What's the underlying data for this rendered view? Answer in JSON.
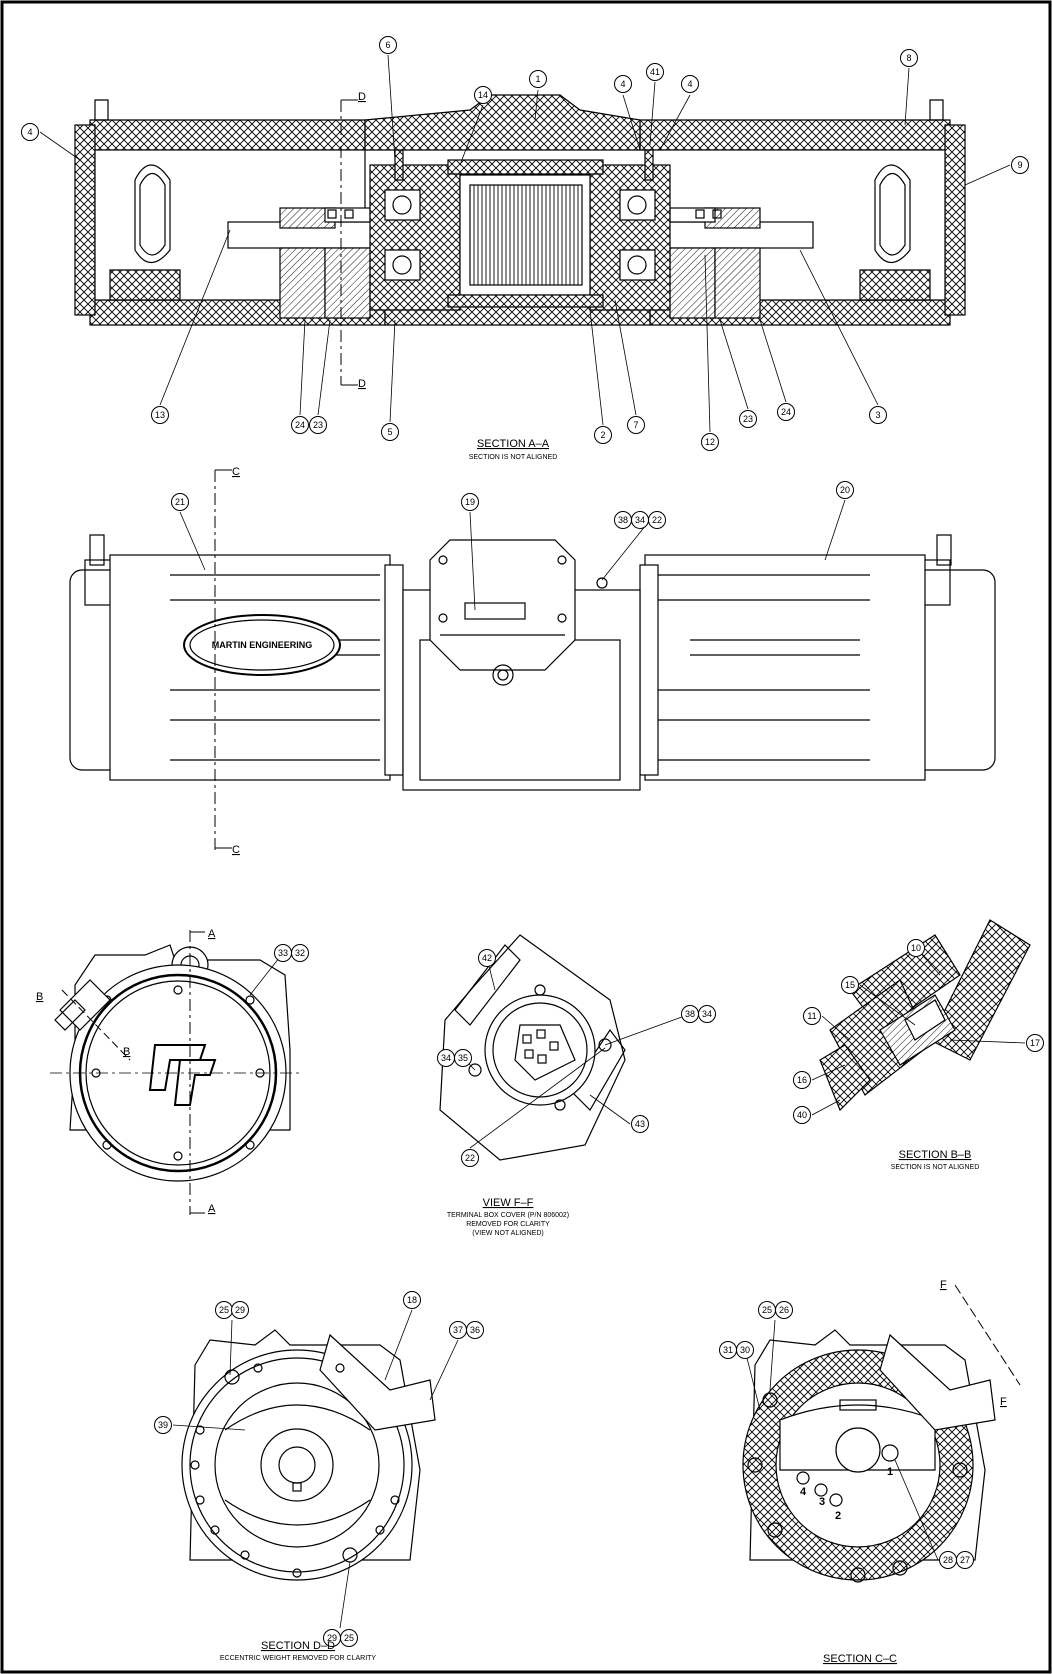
{
  "captions": {
    "sec_aa": "SECTION A–A",
    "sec_aa_note": "SECTION IS NOT ALIGNED",
    "view_ff": "VIEW F–F",
    "view_ff_note1": "TERMINAL BOX COVER (P/N 806002)",
    "view_ff_note2": "REMOVED FOR CLARITY",
    "view_ff_note3": "(VIEW NOT ALIGNED)",
    "sec_bb": "SECTION B–B",
    "sec_bb_note": "SECTION IS NOT ALIGNED",
    "sec_dd": "SECTION D–D",
    "sec_dd_note": "ECCENTRIC WEIGHT REMOVED FOR CLARITY",
    "sec_cc": "SECTION C–C"
  },
  "cut_letters": {
    "a": "A",
    "b": "B",
    "c": "C",
    "d": "D",
    "f": "F"
  },
  "view_numbers": [
    "1",
    "2",
    "3",
    "4"
  ],
  "logo_text": "MARTIN ENGINEERING",
  "balloons": [
    {
      "id": "b6",
      "t": "6"
    },
    {
      "id": "b14",
      "t": "14"
    },
    {
      "id": "b1",
      "t": "1"
    },
    {
      "id": "b4a",
      "t": "4"
    },
    {
      "id": "b41",
      "t": "41"
    },
    {
      "id": "b4b",
      "t": "4"
    },
    {
      "id": "b8",
      "t": "8"
    },
    {
      "id": "b4c",
      "t": "4"
    },
    {
      "id": "b9",
      "t": "9"
    },
    {
      "id": "b13",
      "t": "13"
    },
    {
      "id": "b24a",
      "t": "24"
    },
    {
      "id": "b23a",
      "t": "23"
    },
    {
      "id": "b5",
      "t": "5"
    },
    {
      "id": "b2",
      "t": "2"
    },
    {
      "id": "b7",
      "t": "7"
    },
    {
      "id": "b12",
      "t": "12"
    },
    {
      "id": "b23b",
      "t": "23"
    },
    {
      "id": "b24b",
      "t": "24"
    },
    {
      "id": "b3",
      "t": "3"
    },
    {
      "id": "b21",
      "t": "21"
    },
    {
      "id": "b19",
      "t": "19"
    },
    {
      "id": "b38a",
      "t": "38"
    },
    {
      "id": "b34a",
      "t": "34"
    },
    {
      "id": "b22a",
      "t": "22"
    },
    {
      "id": "b20",
      "t": "20"
    },
    {
      "id": "b33",
      "t": "33"
    },
    {
      "id": "b32",
      "t": "32"
    },
    {
      "id": "b42",
      "t": "42"
    },
    {
      "id": "b38b",
      "t": "38"
    },
    {
      "id": "b34b",
      "t": "34"
    },
    {
      "id": "b34c",
      "t": "34"
    },
    {
      "id": "b35",
      "t": "35"
    },
    {
      "id": "b22b",
      "t": "22"
    },
    {
      "id": "b43",
      "t": "43"
    },
    {
      "id": "b10",
      "t": "10"
    },
    {
      "id": "b15",
      "t": "15"
    },
    {
      "id": "b11",
      "t": "11"
    },
    {
      "id": "b17",
      "t": "17"
    },
    {
      "id": "b16",
      "t": "16"
    },
    {
      "id": "b40",
      "t": "40"
    },
    {
      "id": "b25a",
      "t": "25"
    },
    {
      "id": "b29a",
      "t": "29"
    },
    {
      "id": "b18",
      "t": "18"
    },
    {
      "id": "b37",
      "t": "37"
    },
    {
      "id": "b36",
      "t": "36"
    },
    {
      "id": "b39",
      "t": "39"
    },
    {
      "id": "b29b",
      "t": "29"
    },
    {
      "id": "b25b",
      "t": "25"
    },
    {
      "id": "b25c",
      "t": "25"
    },
    {
      "id": "b26",
      "t": "26"
    },
    {
      "id": "b31",
      "t": "31"
    },
    {
      "id": "b30",
      "t": "30"
    },
    {
      "id": "b28",
      "t": "28"
    },
    {
      "id": "b27",
      "t": "27"
    }
  ]
}
